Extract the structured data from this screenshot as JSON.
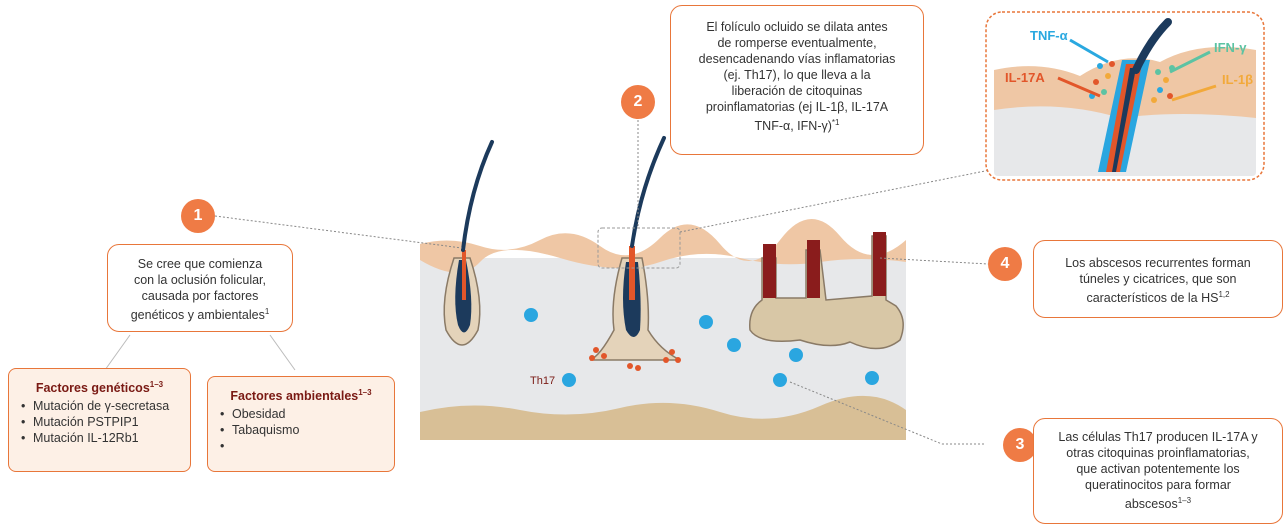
{
  "box1_lines": [
    "Se cree que comienza",
    "con la oclusión folicular,",
    "causada por factores",
    "genéticos y ambientales"
  ],
  "box1_sup": "1",
  "box2_lines": [
    "El folículo ocluido se dilata antes",
    "de romperse eventualmente,",
    "desencadenando vías inflamatorias",
    "(ej. Th17), lo que lleva a la",
    "liberación de citoquinas",
    "proinflamatorias (ej IL-1β, IL-17A",
    "TNF-α, IFN-γ)"
  ],
  "box2_sup": "*1",
  "box3_lines": [
    "Las células Th17 producen IL-17A y",
    "otras citoquinas proinflamatorias,",
    "que activan potentemente los",
    "queratinocitos para formar",
    "abscesos"
  ],
  "box3_sup": "1–3",
  "box4_lines": [
    "Los abscesos recurrentes forman",
    "túneles y cicatrices, que son",
    "característicos de la HS"
  ],
  "box4_sup": "1,2",
  "steps": {
    "s1": "1",
    "s2": "2",
    "s3": "3",
    "s4": "4"
  },
  "genetic": {
    "title": "Factores genéticos",
    "title_sup": "1–3",
    "items": [
      "Mutación de γ-secretasa",
      "Mutación PSTPIP1",
      "Mutación IL-12Rb1"
    ]
  },
  "environmental": {
    "title": "Factores ambientales",
    "title_sup": "1–3",
    "items": [
      "Obesidad",
      "Tabaquismo",
      ""
    ]
  },
  "labels": {
    "th17": "Th17",
    "tnf": "TNF-α",
    "ifn": "IFN-γ",
    "il17a": "IL-17A",
    "il1b": "IL-1β"
  },
  "colors": {
    "accent": "#ef7b45",
    "dark_red": "#7a1a14",
    "hair": "#1c3a5c",
    "th17_cell": "#2aa6e0",
    "tnf": "#29a8e0",
    "ifn": "#5cc3a3",
    "il17a": "#e2562a",
    "il1b": "#f2a93a"
  }
}
